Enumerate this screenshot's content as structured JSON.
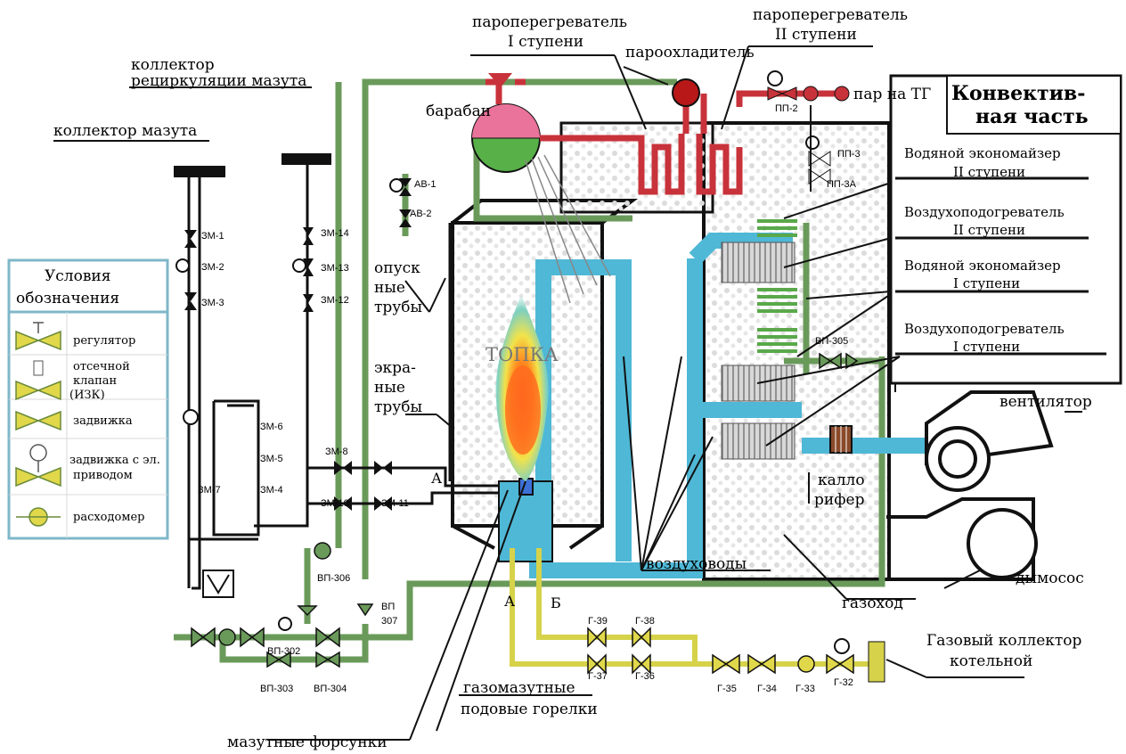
{
  "labels": {
    "mazut_collector": "коллектор мазута",
    "recirc_l1": "коллектор",
    "recirc_l2": "рециркуляции мазута",
    "sh1_l1": "пароперегреватель",
    "sh1_l2": "I ступени",
    "sh2_l1": "пароперегреватель",
    "sh2_l2": "II ступени",
    "desuperheater": "пароохладитель",
    "steam_tg": "пар на ТГ",
    "drum": "барабан",
    "conv_l1": "Конвектив-",
    "conv_l2": "ная часть",
    "eco2_l1": "Водяной экономайзер",
    "eco2_l2": "II ступени",
    "air2_l1": "Воздухоподогреватель",
    "air2_l2": "II    ступени",
    "eco1_l1": "Водяной экономайзер",
    "eco1_l2": "I    ступени",
    "air1_l1": "Воздухоподогреватель",
    "air1_l2": "I    ступени",
    "downcomer_l1": "опуск",
    "downcomer_l2": "ные",
    "downcomer_l3": "трубы",
    "screen_l1": "экра-",
    "screen_l2": "ные",
    "screen_l3": "трубы",
    "furnace": "ТОПКА",
    "fan": "вентилятор",
    "calorifer_l1": "калло",
    "calorifer_l2": "рифер",
    "smoke_exhauster": "дымосос",
    "air_ducts": "воздуховоды",
    "gas_duct": "газоход",
    "gas_collector_l1": "Газовый коллектор",
    "gas_collector_l2": "котельной",
    "burners_l1": "газомазутные",
    "burners_l2": "подовые горелки",
    "nozzles": "мазутные форсунки",
    "point_a1": "А",
    "point_a2": "А",
    "point_b": "Б"
  },
  "valves": {
    "zm1": "ЗМ-1",
    "zm2": "ЗМ-2",
    "zm3": "ЗМ-3",
    "zm4": "ЗМ-4",
    "zm5": "ЗМ-5",
    "zm6": "ЗМ-6",
    "zm7": "ЗМ-7",
    "zm8": "ЗМ-8",
    "zm10": "ЗМ-10",
    "zm11": "ЗМ-11",
    "zm12": "ЗМ-12",
    "zm13": "ЗМ-13",
    "zm14": "ЗМ-14",
    "av1": "АВ-1",
    "av2": "АВ-2",
    "pp2": "ПП-2",
    "pp3": "ПП-3",
    "pp3a": "ПП-3А",
    "vp302": "ВП-302",
    "vp303": "ВП-303",
    "vp304": "ВП-304",
    "vp305": "ВП-305",
    "vp306": "ВП-306",
    "vp307_l1": "ВП",
    "vp307_l2": "307",
    "g32": "Г-32",
    "g33": "Г-33",
    "g34": "Г-34",
    "g35": "Г-35",
    "g36": "Г-36",
    "g37": "Г-37",
    "g38": "Г-38",
    "g39": "Г-39"
  },
  "legend": {
    "title_l1": "Условия",
    "title_l2": "обозначения",
    "regulator": "регулятор",
    "cutoff_l1": "отсечной",
    "cutoff_l2": "клапан",
    "cutoff_l3": "(ИЗК)",
    "gate": "задвижка",
    "motor_gate_l1": "задвижка с эл.",
    "motor_gate_l2": "приводом",
    "flowmeter": "расходомер"
  },
  "colors": {
    "water_pipe": "#6a9a5a",
    "steam_pipe": "#c8323a",
    "air_duct": "#4fb8d6",
    "gas_pipe": "#d6d24a",
    "drum_top": "#e9739a",
    "drum_bottom": "#58b048",
    "economizer": "#5aa84a",
    "air_heater": "#8a8a8a",
    "black_pipe": "#111111",
    "legend_border": "#7fb7c9"
  }
}
